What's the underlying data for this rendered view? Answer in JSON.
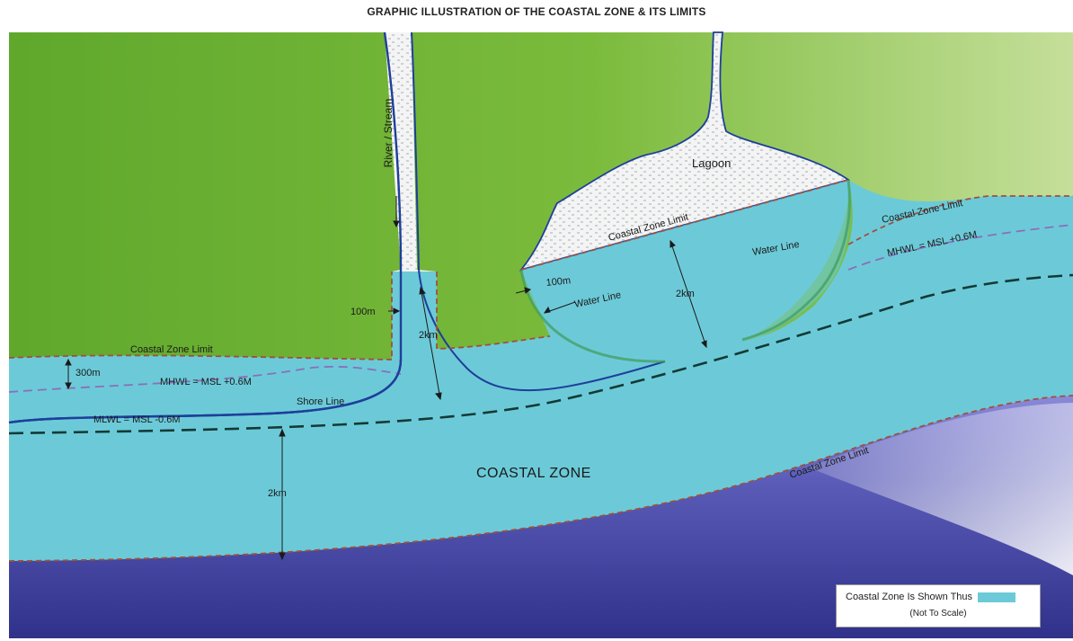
{
  "title": "GRAPHIC ILLUSTRATION OF THE COASTAL ZONE & ITS LIMITS",
  "labels": {
    "river": "River / Stream",
    "lagoon": "Lagoon",
    "czl_left": "Coastal Zone Limit",
    "czl_lagoon": "Coastal Zone Limit",
    "czl_right": "Coastal Zone Limit",
    "czl_sea": "Coastal Zone Limit",
    "mhwl_left": "MHWL = MSL +0.6M",
    "mhwl_right": "MHWL = MSL +0.6M",
    "mlwl": "MLWL = MSL -0.6M",
    "shore_line": "Shore Line",
    "water_line_left": "Water Line",
    "water_line_right": "Water Line",
    "dist_300m": "300m",
    "dist_100m_river": "100m",
    "dist_100m_lagoon": "100m",
    "dist_2km_river": "2km",
    "dist_2km_lagoon": "2km",
    "dist_2km_sea": "2km",
    "coastal_zone": "COASTAL  ZONE"
  },
  "legend": {
    "text": "Coastal  Zone Is Shown Thus",
    "note": "(Not To Scale)"
  },
  "colors": {
    "land": "#7ab83a",
    "coastal_zone": "#6ccad8",
    "sea": "#3a3c96",
    "lagoon_water": "#f4f4f4",
    "limit_line": "#a0503c",
    "mhwl_line": "#8a6fb8",
    "shore_line": "#1e3f9a",
    "mlwl_line": "#123a36"
  }
}
